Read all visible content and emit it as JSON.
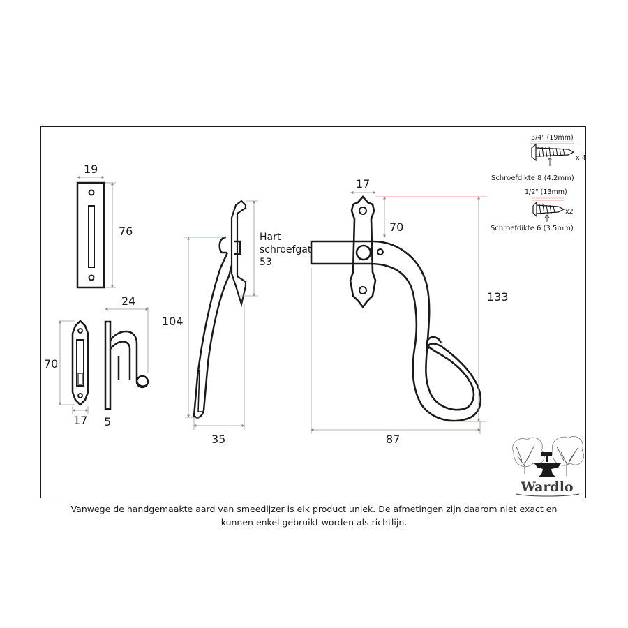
{
  "dimensions": {
    "keep_width": "19",
    "keep_height": "76",
    "hook_width": "24",
    "hook_plate_height": "70",
    "hook_plate_width": "17",
    "hook_thickness": "5",
    "side_height": "104",
    "side_depth": "35",
    "front_plate_width": "17",
    "front_upper": "70",
    "front_total_height": "133",
    "front_total_width": "87"
  },
  "screw_hole_label": {
    "line1": "Hart",
    "line2": "schroefgat",
    "value": "53"
  },
  "screws": [
    {
      "length": "3/4\" (19mm)",
      "qty": "x 4",
      "thickness": "Schroefdikte 8 (4.2mm)"
    },
    {
      "length": "1/2\" (13mm)",
      "qty": "x2",
      "thickness": "Schroefdikte 6 (3.5mm)"
    }
  ],
  "logo": {
    "brand": "Wardlo"
  },
  "disclaimer": {
    "line1": "Vanwege de handgemaakte aard van smeedijzer is elk product uniek. De afmetingen zijn daarom niet exact en",
    "line2": "kunnen enkel gebruikt worden als richtlijn."
  },
  "colors": {
    "ink": "#1a1a1a",
    "guide": "#e07070",
    "dimline": "#9a9a9a"
  }
}
